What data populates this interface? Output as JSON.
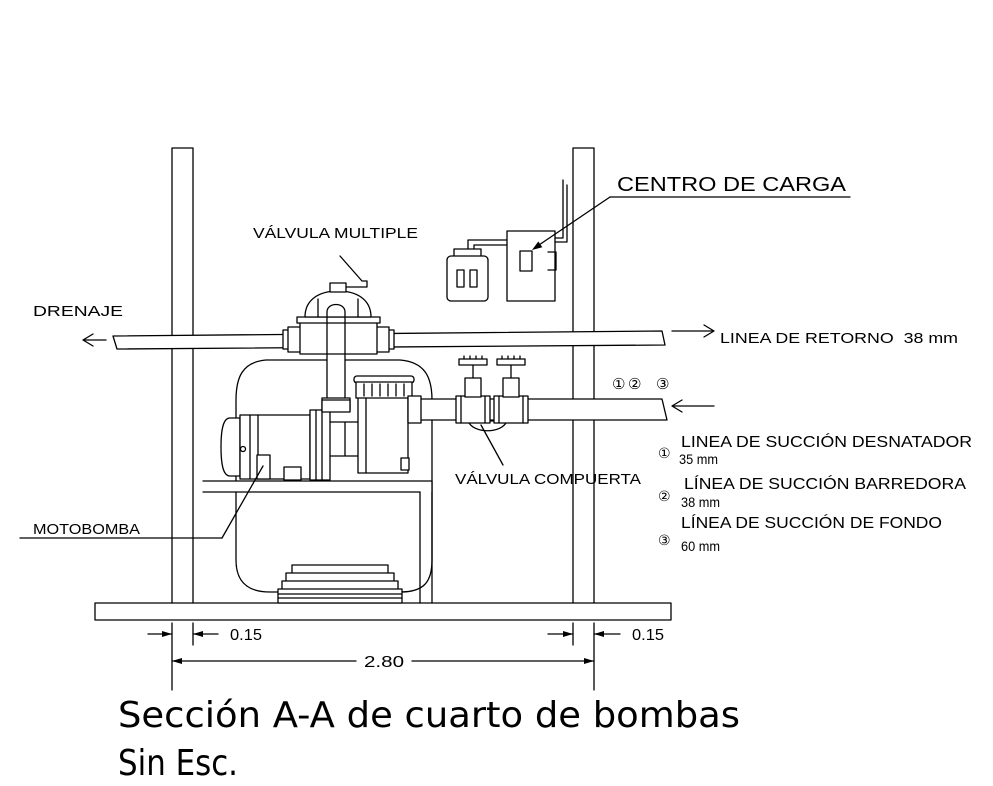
{
  "drawing": {
    "title": "Sección A-A de cuarto de bombas",
    "scale": "Sin Esc."
  },
  "labels": {
    "drain": "DRENAJE",
    "multiport_valve": "VÁLVULA MULTIPLE",
    "load_center": "CENTRO DE CARGA",
    "return_line": "LINEA DE RETORNO  38 mm",
    "gate_valve": "VÁLVULA COMPUERTA",
    "pump": "MOTOBOMBA"
  },
  "suction_markers": [
    "①",
    "②",
    "③"
  ],
  "suction_lines": [
    {
      "marker": "①",
      "name": "LINEA DE SUCCIÓN DESNATADOR",
      "size": "35 mm"
    },
    {
      "marker": "②",
      "name": "LÍNEA DE SUCCIÓN BARREDORA",
      "size": "38 mm"
    },
    {
      "marker": "③",
      "name": "LÍNEA DE SUCCIÓN DE FONDO",
      "size": "60 mm"
    }
  ],
  "dimensions": {
    "left_wall": "0.15",
    "right_wall": "0.15",
    "interior_width": "2.80"
  },
  "colors": {
    "line": "#000000",
    "background": "#ffffff"
  }
}
